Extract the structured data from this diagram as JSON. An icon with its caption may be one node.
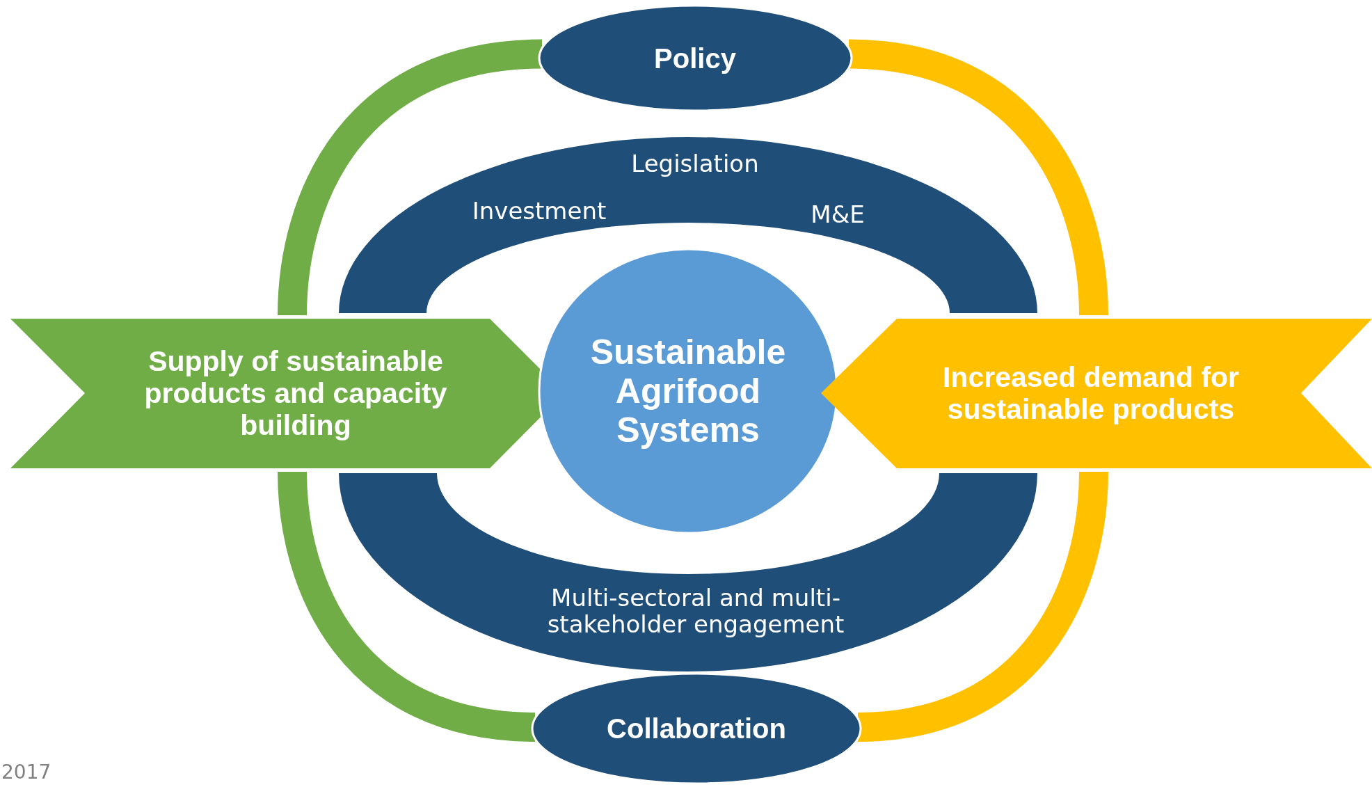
{
  "diagram": {
    "nodes": [
      {
        "text": [
          "Policy"
        ]
      },
      {
        "text": [
          "Legislation",
          "Investment",
          "M&E"
        ]
      },
      {
        "text": [
          "Supply of sustainable products and capacity building"
        ]
      },
      {
        "text": [
          "Sustainable Agrifood Systems"
        ]
      },
      {
        "text": [
          "Increased demand for sustainable products"
        ]
      },
      {
        "text": [
          "Multi-sectoral and multi-stakeholder engagement"
        ]
      },
      {
        "text": [
          "Collaboration"
        ]
      }
    ],
    "edges": [
      {
        "from": 0,
        "to": 2,
        "arrow": "none",
        "color": "#70ad47"
      },
      {
        "from": 2,
        "to": 6,
        "arrow": "none",
        "color": "#70ad47"
      },
      {
        "from": 0,
        "to": 4,
        "arrow": "none",
        "color": "#ffc000"
      },
      {
        "from": 4,
        "to": 6,
        "arrow": "none",
        "color": "#ffc000"
      }
    ],
    "labels": [
      "2017"
    ]
  }
}
